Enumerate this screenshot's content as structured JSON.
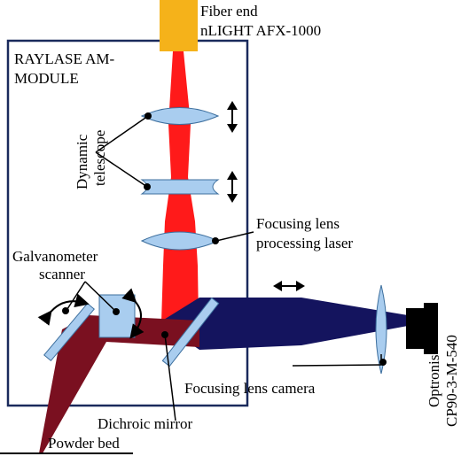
{
  "labels": {
    "fiber_end_line1": "Fiber end",
    "fiber_end_line2": "nLIGHT AFX-1000",
    "module_line1": "RAYLASE AM-",
    "module_line2": "MODULE",
    "dynamic_telescope_line1": "Dynamic",
    "dynamic_telescope_line2": "telescope",
    "focusing_lens_line1": "Focusing lens",
    "focusing_lens_line2": "processing laser",
    "galvo_line1": "Galvanometer",
    "galvo_line2": "scanner",
    "camera_line1": "Optronis",
    "camera_line2": "CP90-3-M-540",
    "focusing_lens_camera": "Focusing lens camera",
    "dichroic_mirror": "Dichroic mirror",
    "powder_bed": "Powder bed"
  },
  "colors": {
    "fiber": "#f5b21a",
    "laser": "#ff1a1a",
    "laser_reflected": "#7a1020",
    "camera_beam": "#14145e",
    "lens": "#a9cdef",
    "lens_stroke": "#3d6f9e",
    "module_border": "#1a2a5c",
    "camera": "#000000"
  }
}
